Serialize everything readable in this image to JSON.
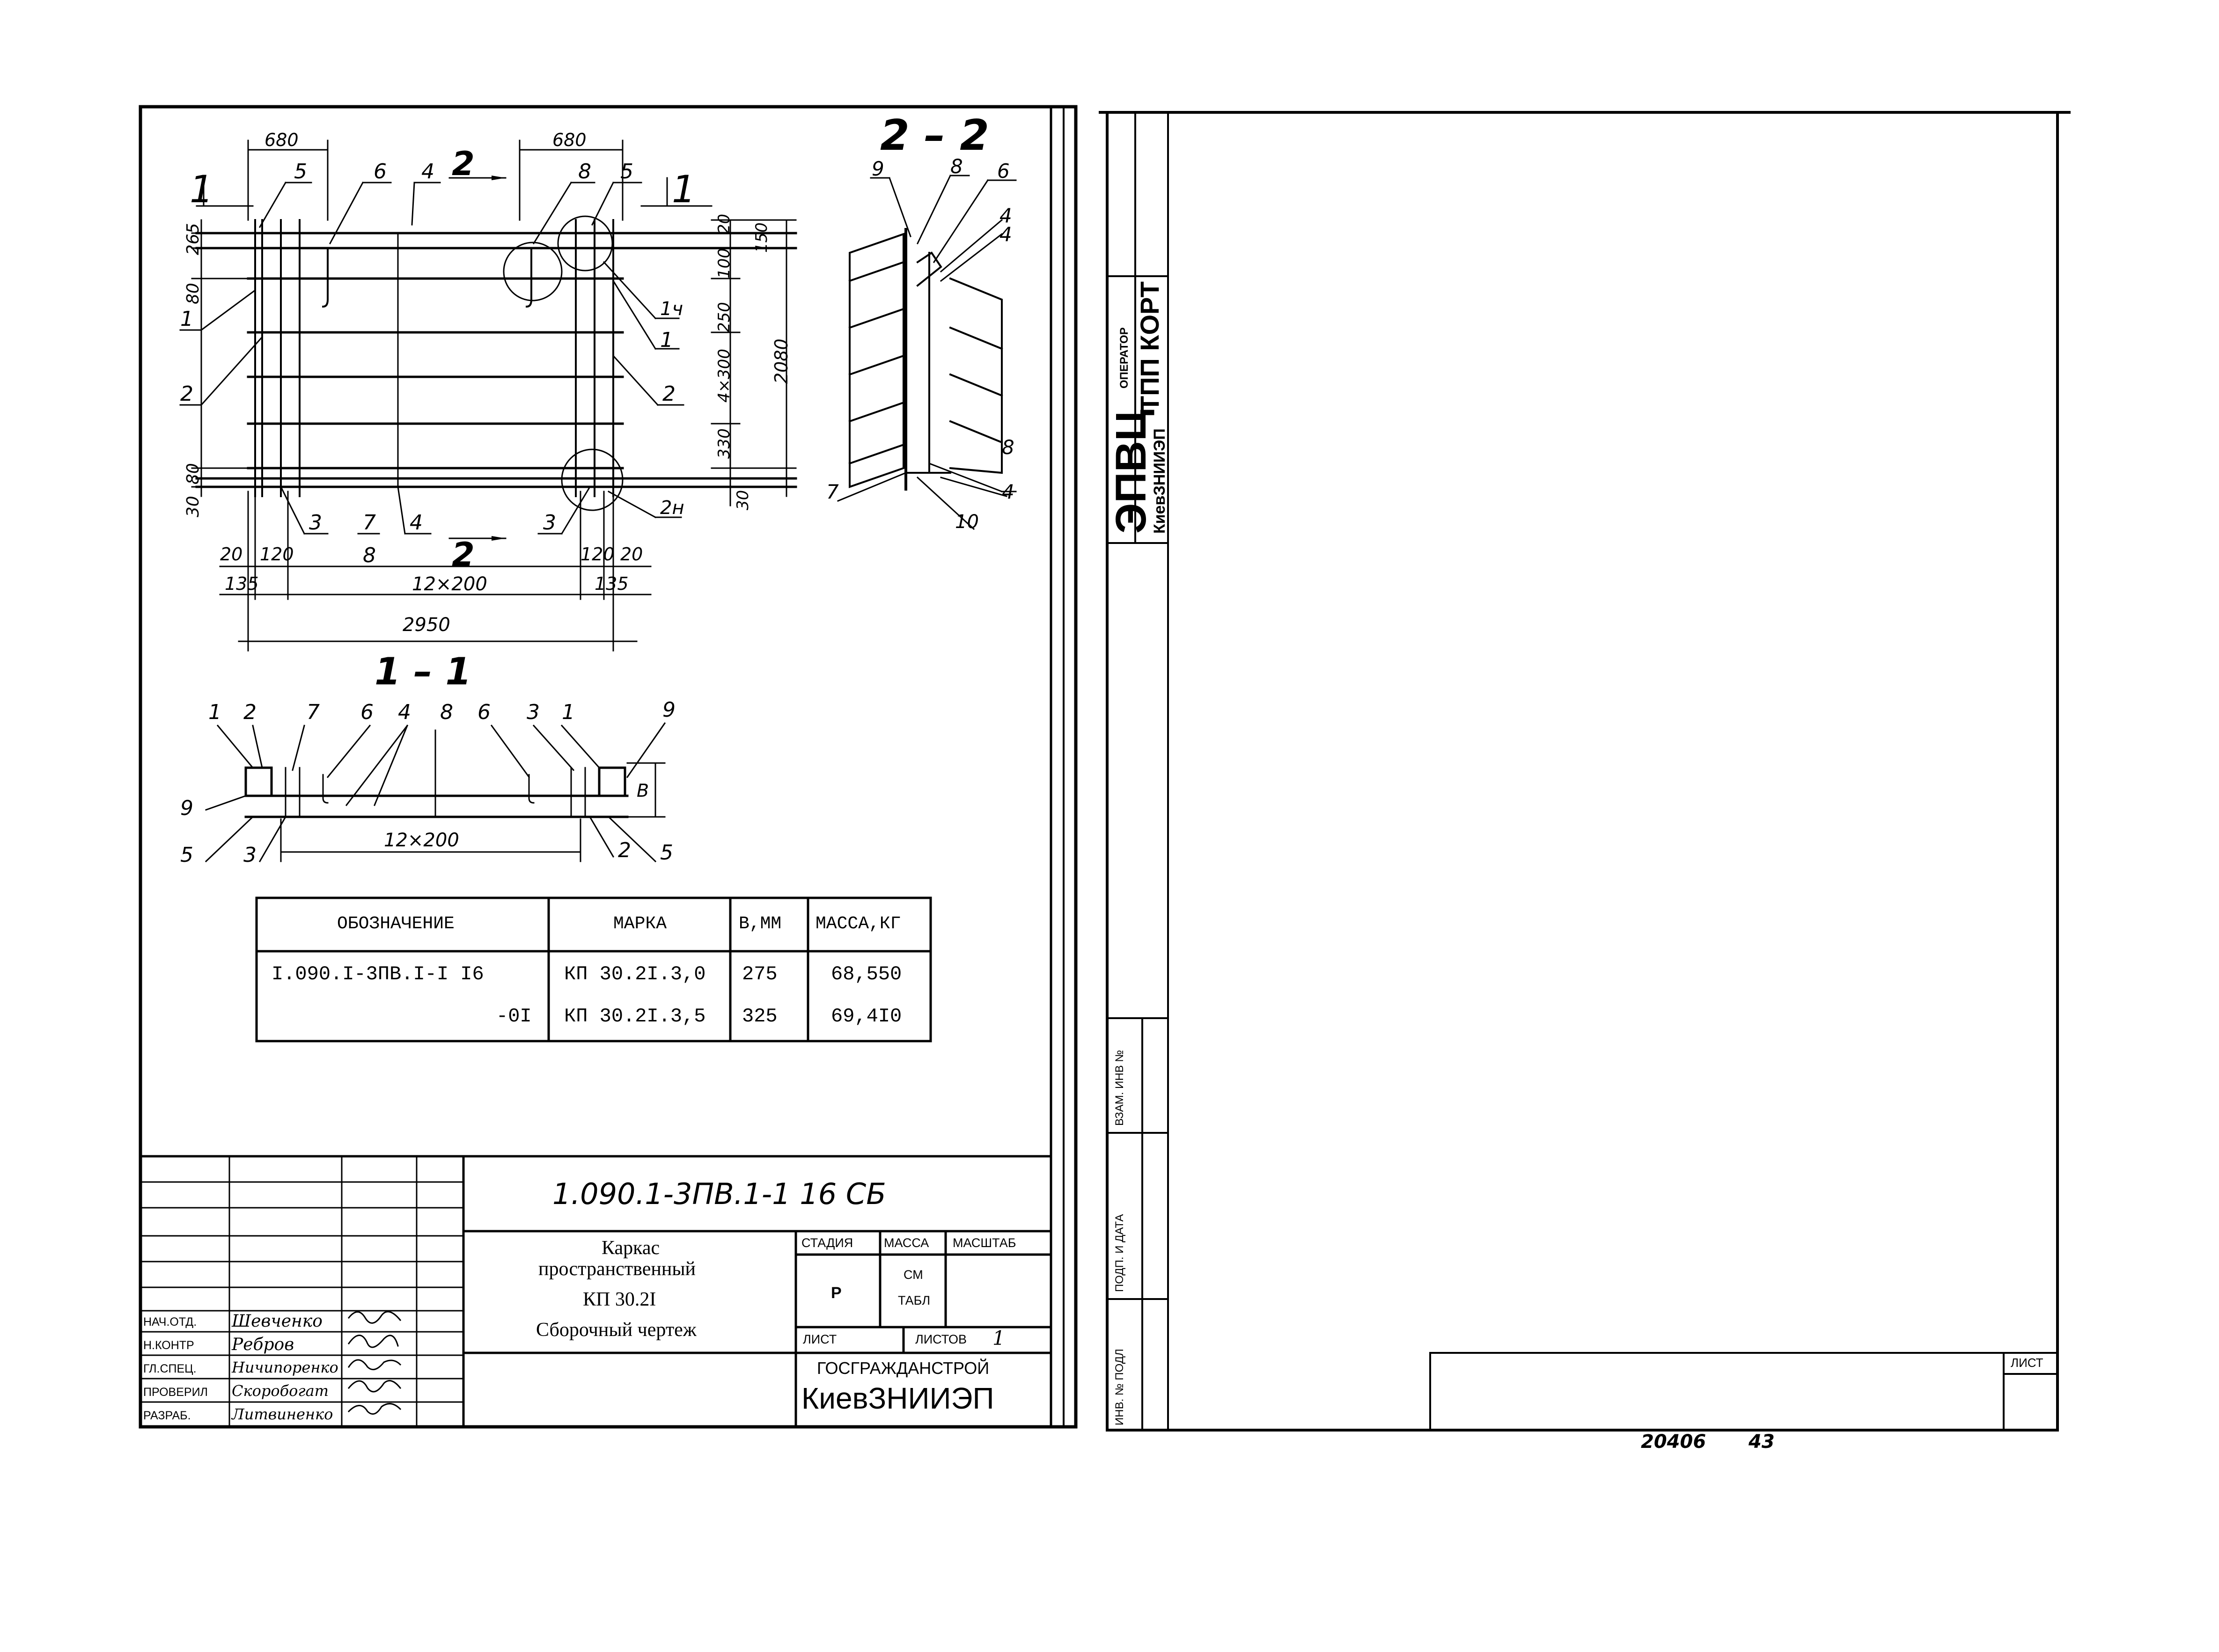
{
  "left_sheet": {
    "plan": {
      "section_marks": [
        "1",
        "1",
        "2",
        "2"
      ],
      "dims_top": [
        "680",
        "680"
      ],
      "dims_left": [
        "265",
        "80",
        "80",
        "30"
      ],
      "dims_right": [
        "20",
        "150",
        "100",
        "250",
        "4×300",
        "330",
        "2080",
        "30"
      ],
      "dims_bottom": [
        "20",
        "120",
        "120",
        "20",
        "135",
        "12×200",
        "135",
        "2950"
      ],
      "callouts": {
        "top": [
          "5",
          "6",
          "4",
          "8",
          "5"
        ],
        "left": [
          "1",
          "2"
        ],
        "right": [
          "1ч",
          "1",
          "2",
          "2н"
        ],
        "bottom": [
          "3",
          "7",
          "8",
          "4",
          "3"
        ]
      }
    },
    "section_2_2": {
      "title": "2 – 2",
      "callouts": [
        "9",
        "8",
        "6",
        "4",
        "4",
        "8",
        "4",
        "7",
        "10"
      ]
    },
    "section_1_1": {
      "title": "1 – 1",
      "callouts_top": [
        "1",
        "2",
        "7",
        "6",
        "4",
        "8",
        "6",
        "3",
        "1",
        "9"
      ],
      "callouts_bottom": [
        "9",
        "5",
        "3",
        "2",
        "5"
      ],
      "dim": "12×200",
      "height_label": "B"
    },
    "spec_table": {
      "headers": [
        "ОБОЗНАЧЕНИЕ",
        "МАРКА",
        "B,ММ",
        "МАССА,КГ"
      ],
      "rows": [
        [
          "I.090.I-3ПВ.I-I I6",
          "КП 30.2I.3,0",
          "275",
          "68,550"
        ],
        [
          "-0I",
          "КП 30.2I.3,5",
          "325",
          "69,4I0"
        ]
      ]
    },
    "title_block": {
      "code": "1.090.1-3ПВ.1-1   16 СБ",
      "name_line1": "Каркас",
      "name_line2": "пространственный",
      "name_line3": "КП 30.2I",
      "name_line4": "Сборочный чертеж",
      "stage_header": "СТАДИЯ",
      "mass_header": "МАССА",
      "scale_header": "МАСШТАБ",
      "stage_value": "Р",
      "mass_value_1": "СМ",
      "mass_value_2": "ТАБЛ",
      "sheet_label": "ЛИСТ",
      "sheets_label": "ЛИСТОВ",
      "sheets_value": "1",
      "org_1": "ГОСГРАЖДАНСТРОЙ",
      "org_2": "КиевЗНИИЭП",
      "roles": [
        "НАЧ.ОТД.",
        "Н.КОНТР",
        "ГЛ.СПЕЦ.",
        "ПРОВЕРИЛ",
        "РАЗРАБ."
      ],
      "names": [
        "Шевченко",
        "Ребров",
        "Ничипоренко",
        "Скоробогат",
        "Литвиненко"
      ]
    }
  },
  "right_sheet": {
    "stamp_1": "ЭПВЦ",
    "stamp_2": "КиевЗНИИЭП",
    "operator_label": "ОПЕРАТОР",
    "operator_value": "ТПП КОРТ",
    "side_labels": [
      "ВЗАМ. ИНВ №",
      "ПОДП. И ДАТА",
      "ИНВ. № ПОДЛ"
    ],
    "sheet_label": "ЛИСТ"
  },
  "footer": {
    "number_1": "20406",
    "number_2": "43"
  }
}
